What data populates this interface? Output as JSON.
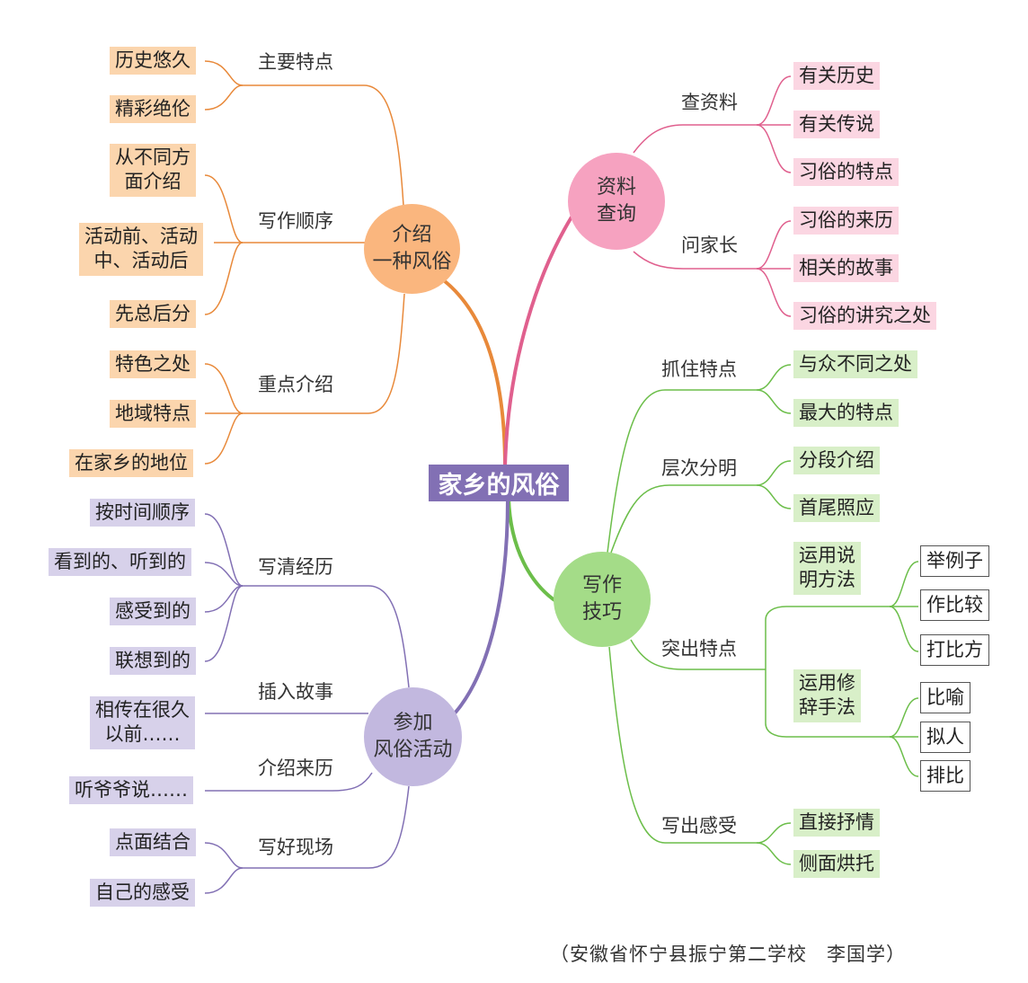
{
  "center": "家乡的风俗",
  "colors": {
    "orange": "#e8893a",
    "pink": "#e0608e",
    "green": "#6cbe4a",
    "purple": "#8270b4"
  },
  "branches": {
    "introduce": {
      "title": [
        "介绍",
        "一种风俗"
      ],
      "groups": [
        {
          "label": "主要特点",
          "items": [
            "历史悠久",
            "精彩绝伦"
          ]
        },
        {
          "label": "写作顺序",
          "items": [
            [
              "从不同方",
              "面介绍"
            ],
            [
              "活动前、活动",
              "中、活动后"
            ],
            "先总后分"
          ]
        },
        {
          "label": "重点介绍",
          "items": [
            "特色之处",
            "地域特点",
            "在家乡的地位"
          ]
        }
      ]
    },
    "research": {
      "title": [
        "资料",
        "查询"
      ],
      "groups": [
        {
          "label": "查资料",
          "items": [
            "有关历史",
            "有关传说",
            "习俗的特点"
          ]
        },
        {
          "label": "问家长",
          "items": [
            "习俗的来历",
            "相关的故事",
            "习俗的讲究之处"
          ]
        }
      ]
    },
    "techniques": {
      "title": [
        "写作",
        "技巧"
      ],
      "groups": [
        {
          "label": "抓住特点",
          "items": [
            "与众不同之处",
            "最大的特点"
          ]
        },
        {
          "label": "层次分明",
          "items": [
            "分段介绍",
            "首尾照应"
          ]
        },
        {
          "label": "突出特点",
          "subgroups": [
            {
              "label": [
                "运用说",
                "明方法"
              ],
              "items": [
                "举例子",
                "作比较",
                "打比方"
              ]
            },
            {
              "label": [
                "运用修",
                "辞手法"
              ],
              "items": [
                "比喻",
                "拟人",
                "排比"
              ]
            }
          ]
        },
        {
          "label": "写出感受",
          "items": [
            "直接抒情",
            "侧面烘托"
          ]
        }
      ]
    },
    "activity": {
      "title": [
        "参加",
        "风俗活动"
      ],
      "groups": [
        {
          "label": "写清经历",
          "items": [
            "按时间顺序",
            "看到的、听到的",
            "感受到的",
            "联想到的"
          ]
        },
        {
          "label": "插入故事",
          "items": [
            [
              "相传在很久",
              "以前……"
            ]
          ]
        },
        {
          "label": "介绍来历",
          "items": [
            "听爷爷说……"
          ]
        },
        {
          "label": "写好现场",
          "items": [
            "点面结合",
            "自己的感受"
          ]
        }
      ]
    }
  },
  "credit": "（安徽省怀宁县振宁第二学校　李国学）"
}
